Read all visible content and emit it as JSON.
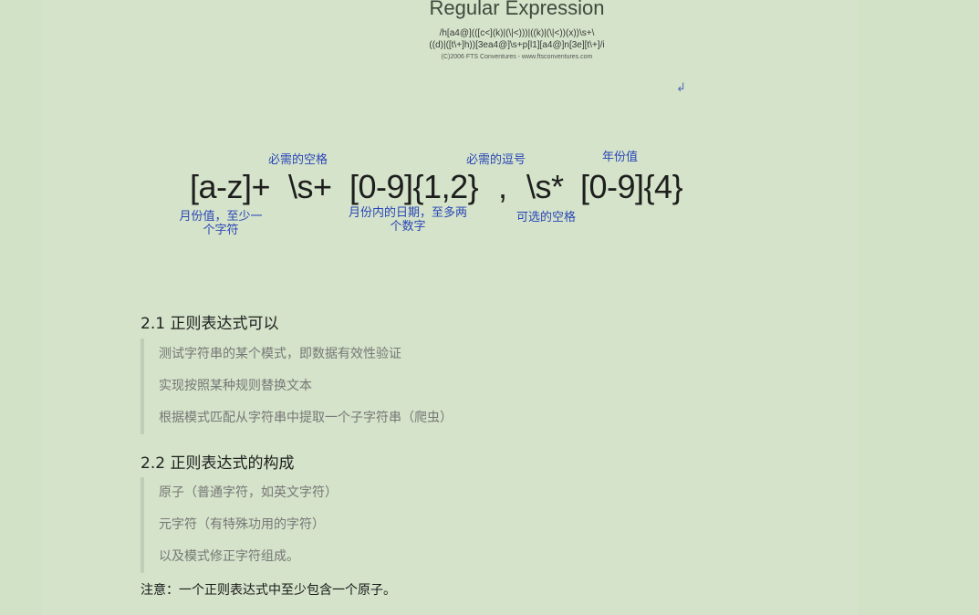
{
  "figure": {
    "title": "Regular Expression",
    "regex_line1": "/h[a4@](([c<](k)|(\\|<)))|((k)|(\\|<))(x))\\s+\\",
    "regex_line2": "((d)|([t\\+]h))[3ea4@]\\s+p[l1][a4@]n[3e][t\\+]/i",
    "credit": "(C)2006 FTS Conventures - www.ftsconventures.com",
    "return_mark": "↲"
  },
  "diagram": {
    "tokens": {
      "t1": "[a-z]+",
      "t2": "\\s+",
      "t3": "[0-9]{1,2}",
      "t4": ",",
      "t5": "\\s*",
      "t6": "[0-9]{4}"
    },
    "annotations": {
      "required_space": "必需的空格",
      "required_comma": "必需的逗号",
      "year_value": "年份值",
      "month_value_l1": "月份值，至少一",
      "month_value_l2": "个字符",
      "day_value_l1": "月份内的日期，至多两",
      "day_value_l2": "个数字",
      "optional_space": "可选的空格"
    }
  },
  "section1": {
    "heading": "2.1 正则表达式可以",
    "items": [
      "测试字符串的某个模式，即数据有效性验证",
      "实现按照某种规则替换文本",
      "根据模式匹配从字符串中提取一个子字符串（爬虫）"
    ]
  },
  "section2": {
    "heading": "2.2 正则表达式的构成",
    "items": [
      "原子（普通字符，如英文字符）",
      "元字符（有特殊功用的字符）",
      "以及模式修正字符组成。"
    ]
  },
  "note": "注意：一个正则表达式中至少包含一个原子。",
  "colors": {
    "background": "#d2e2c6",
    "annotation": "#2a46b8"
  }
}
